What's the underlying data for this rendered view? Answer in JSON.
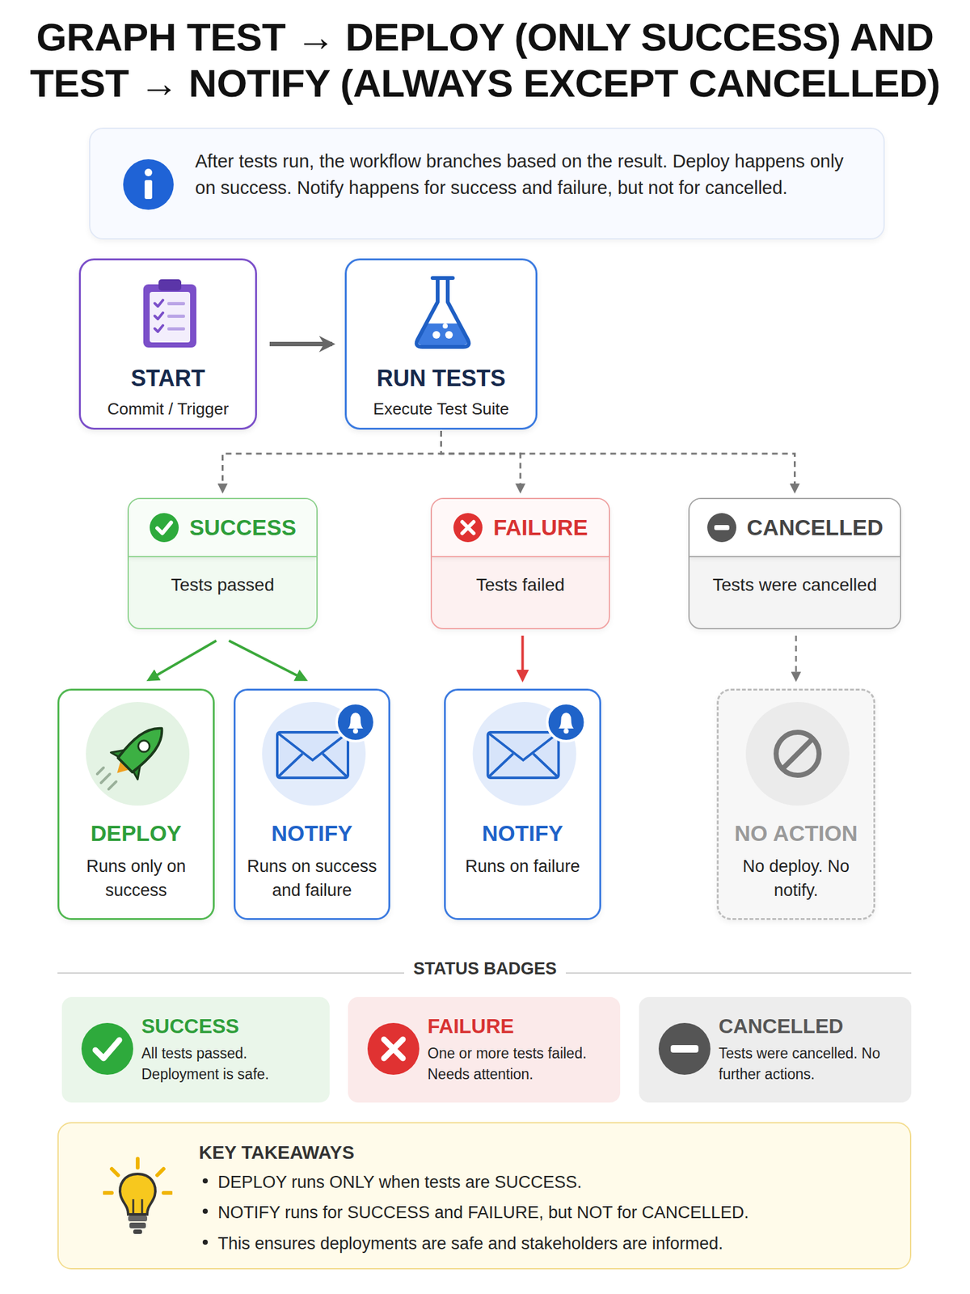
{
  "diagram": {
    "title": "GRAPH TEST → DEPLOY (ONLY SUCCESS) AND TEST → NOTIFY (ALWAYS EXCEPT CANCELLED)",
    "nodes": [
      {
        "text": [
          "After tests run, the workflow branches based on the result. Deploy happens only on success. Notify happens for success and failure, but not for cancelled."
        ]
      },
      {
        "text": [
          "START",
          "Commit / Trigger"
        ]
      },
      {
        "text": [
          "RUN TESTS",
          "Execute Test Suite"
        ]
      },
      {
        "text": [
          "SUCCESS",
          "Tests passed"
        ]
      },
      {
        "text": [
          "FAILURE",
          "Tests failed"
        ]
      },
      {
        "text": [
          "CANCELLED",
          "Tests were cancelled"
        ]
      },
      {
        "text": [
          "DEPLOY",
          "Runs only on success"
        ]
      },
      {
        "text": [
          "NOTIFY",
          "Runs on success and failure"
        ]
      },
      {
        "text": [
          "NOTIFY",
          "Runs on failure"
        ]
      },
      {
        "text": [
          "NO ACTION",
          "No deploy. No notify."
        ]
      },
      {
        "text": [
          "SUCCESS",
          "All tests passed. Deployment is safe."
        ]
      },
      {
        "text": [
          "FAILURE",
          "One or more tests failed. Needs attention."
        ]
      },
      {
        "text": [
          "CANCELLED",
          "Tests were cancelled. No further actions."
        ]
      },
      {
        "text": [
          "KEY TAKEAWAYS",
          "DEPLOY runs ONLY when tests are SUCCESS.",
          "NOTIFY runs for SUCCESS and FAILURE, but NOT for CANCELLED.",
          "This ensures deployments are safe and stakeholders are informed."
        ]
      }
    ],
    "edges": [
      {
        "from": 1,
        "to": 2,
        "arrow": "to"
      },
      {
        "from": 2,
        "to": 3,
        "arrow": "to"
      },
      {
        "from": 2,
        "to": 4,
        "arrow": "to"
      },
      {
        "from": 2,
        "to": 5,
        "arrow": "to"
      },
      {
        "from": 3,
        "to": 6,
        "arrow": "to"
      },
      {
        "from": 3,
        "to": 7,
        "arrow": "to"
      },
      {
        "from": 4,
        "to": 8,
        "arrow": "to"
      },
      {
        "from": 5,
        "to": 9,
        "arrow": "to"
      }
    ],
    "labels": [
      "STATUS BADGES"
    ]
  }
}
